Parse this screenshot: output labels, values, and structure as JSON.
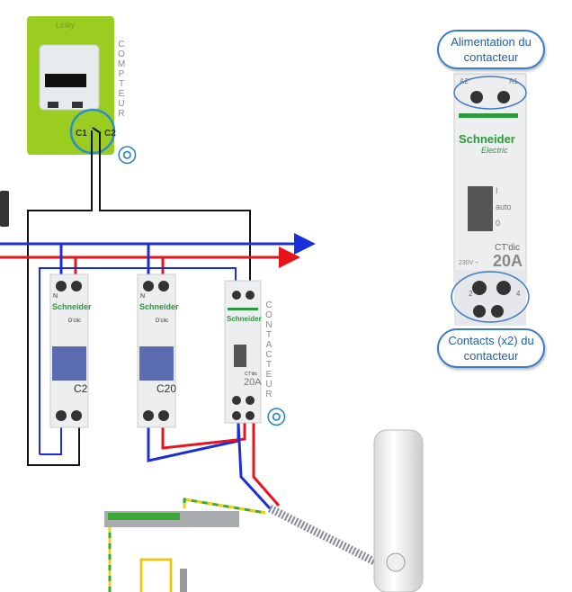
{
  "meter": {
    "label": "COMPTEUR",
    "terminal_left": "C1",
    "terminal_right": "C2",
    "brand": "Linky"
  },
  "breakers": [
    {
      "brand": "Schneider",
      "model": "D'clic",
      "rating": "C2",
      "neutral": "N"
    },
    {
      "brand": "Schneider",
      "model": "D'clic",
      "rating": "C20",
      "neutral": "N"
    }
  ],
  "contactor": {
    "label": "CONTACTEUR",
    "brand": "Schneider",
    "model": "CT'dic",
    "rating": "20A"
  },
  "contactor_detail": {
    "brand": "Schneider",
    "sub_brand": "Electric",
    "terminal_a2": "A2",
    "terminal_a1": "A1",
    "switch_on": "I",
    "switch_auto": "auto",
    "switch_off": "0",
    "model": "CT'dic",
    "rating": "20A",
    "voltage": "230V ~",
    "contact_2": "2",
    "contact_4": "4",
    "callout_top": "Alimentation du contacteur",
    "callout_bottom": "Contacts (x2) du contacteur"
  },
  "colors": {
    "phase": "#e8141c",
    "neutral": "#1b2fd8",
    "control": "#111111",
    "earth_green": "#3aa935",
    "earth_yellow": "#e8d21a",
    "meter_green": "#9acd1f",
    "callout": "#3a7bc8",
    "schneider_green": "#2c9a3a"
  },
  "icons": [
    "click-hand-icon"
  ]
}
